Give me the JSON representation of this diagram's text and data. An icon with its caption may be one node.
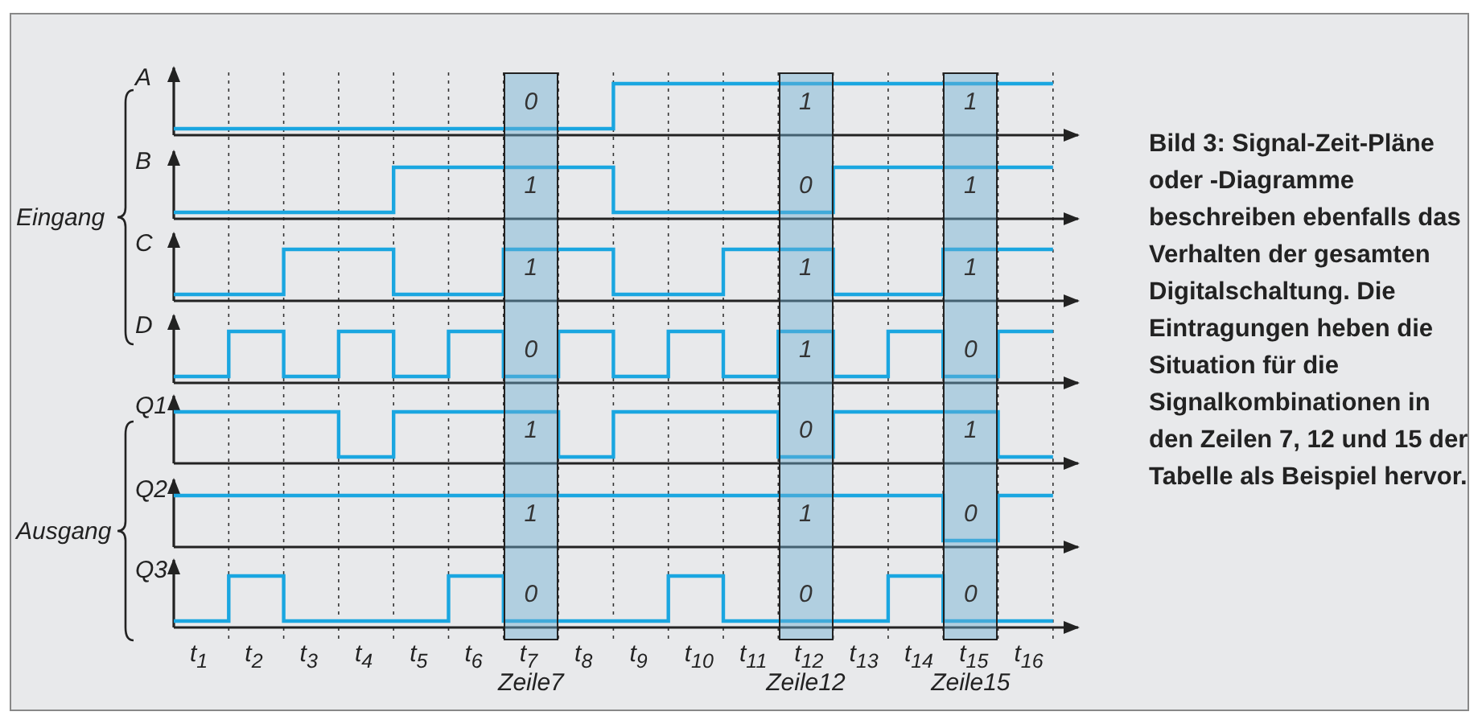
{
  "diagram": {
    "caption": "Bild 3: Signal-Zeit-Pläne oder -Diagramme beschreiben ebenfalls das Verhalten der gesamten Digitalschaltung. Die Eintragungen heben die Situation für die Signalkombinationen in den Zeilen 7, 12 und 15 der Tabelle als Beispiel hervor.",
    "nodes": [
      {
        "text": [
          "0",
          "1",
          "1",
          "0",
          "1",
          "1",
          "0"
        ],
        "beside": [
          "Zeile7"
        ]
      },
      {
        "text": [
          "1",
          "0",
          "1",
          "1",
          "0",
          "1",
          "0"
        ],
        "beside": [
          "Zeile12"
        ]
      },
      {
        "text": [
          "1",
          "1",
          "1",
          "0",
          "1",
          "0",
          "0"
        ],
        "beside": [
          "Zeile15"
        ]
      }
    ],
    "labels": [
      "A",
      "B",
      "C",
      "D",
      "Eingang",
      "Q1",
      "Q2",
      "Q3",
      "Ausgang",
      "t$_{1}$",
      "t$_{2}$",
      "t$_{3}$",
      "t$_{4}$",
      "t$_{5}$",
      "t$_{6}$",
      "t$_{7}$",
      "t$_{8}$",
      "t$_{9}$",
      "t$_{10}$",
      "t$_{11}$",
      "t$_{12}$",
      "t$_{13}$",
      "t$_{14}$",
      "t$_{15}$",
      "t$_{16}$"
    ]
  }
}
